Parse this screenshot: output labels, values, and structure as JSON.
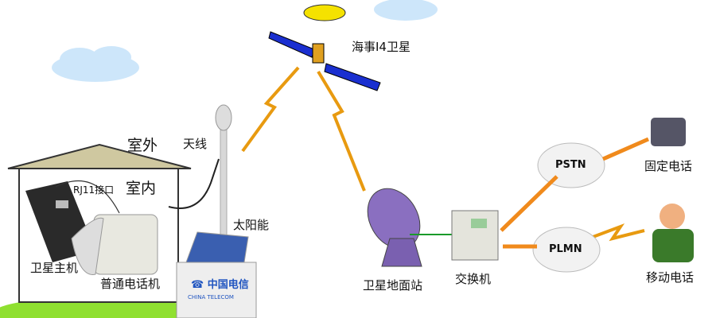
{
  "labels": {
    "satellite": "海事I4卫星",
    "outdoor": "室外",
    "antenna": "天线",
    "indoor": "室内",
    "rj11": "RJ11接口",
    "solar": "太阳能",
    "sat_host": "卫星主机",
    "phone": "普通电话机",
    "ground_station": "卫星地面站",
    "switch": "交换机",
    "pstn": "PSTN",
    "plmn": "PLMN",
    "fixed_phone": "固定电话",
    "mobile_phone": "移动电话"
  },
  "logo": {
    "cn": "中国电信",
    "en": "CHINA TELECOM"
  },
  "colors": {
    "link": "#f08a1c",
    "bolt": "#e89a10",
    "grass": "#8fe030",
    "sky": "#cce6fb",
    "green_line": "#1a9a2a"
  }
}
